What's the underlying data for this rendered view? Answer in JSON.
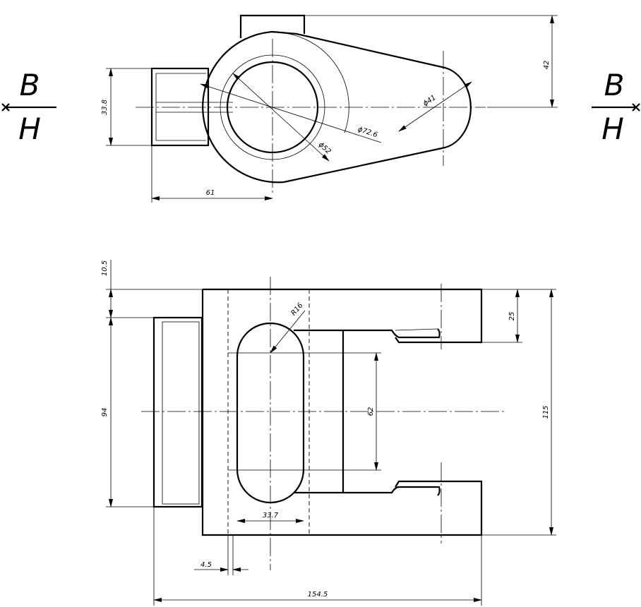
{
  "section_labels": {
    "left_top": "B",
    "left_bottom": "H",
    "right_top": "B",
    "right_bottom": "H"
  },
  "top_view": {
    "dim_42": "42",
    "dim_33_8": "33.8",
    "dim_61": "61",
    "dim_d41": "ϕ41",
    "dim_d72_6": "ϕ72.6",
    "dim_d52": "ϕ52"
  },
  "front_view": {
    "dim_10_5": "10.5",
    "dim_r16": "R16",
    "dim_25": "25",
    "dim_94": "94",
    "dim_62": "62",
    "dim_115": "115",
    "dim_33_7": "33.7",
    "dim_4_5": "4.5",
    "dim_154_5": "154.5"
  }
}
